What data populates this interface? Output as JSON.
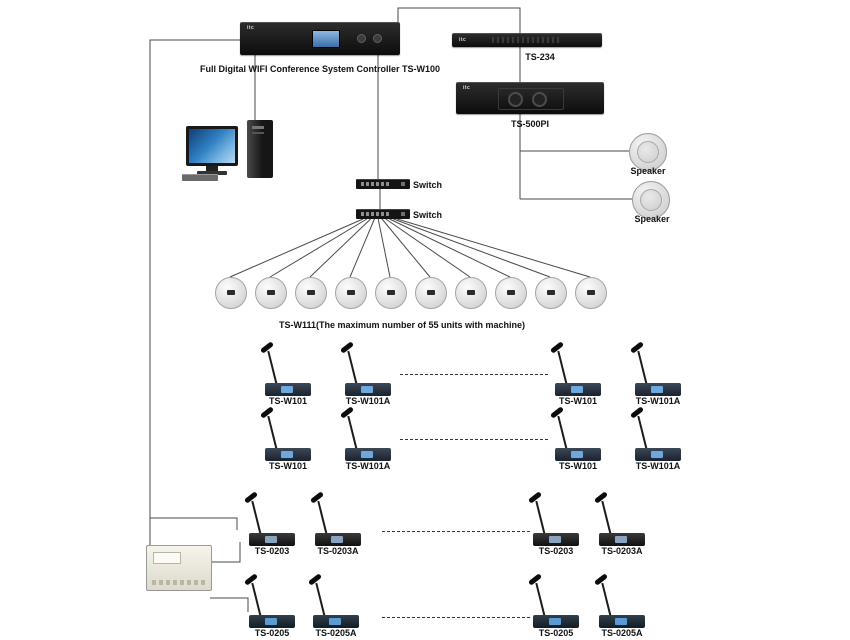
{
  "brand_logo": "itc",
  "devices": {
    "controller": {
      "label": "Full Digital WIFI Conference System Controller TS-W100"
    },
    "ts234": {
      "label": "TS-234"
    },
    "ts500pi": {
      "label": "TS-500PI"
    },
    "speaker1": {
      "label": "Speaker"
    },
    "speaker2": {
      "label": "Speaker"
    },
    "switch1": {
      "label": "Switch"
    },
    "switch2": {
      "label": "Switch"
    },
    "ceiling_units": {
      "label": "TS-W111(The maximum number of 55 units with machine)",
      "count": 10
    }
  },
  "mic_rows": [
    {
      "labels": [
        "TS-W101",
        "TS-W101A",
        "TS-W101",
        "TS-W101A"
      ]
    },
    {
      "labels": [
        "TS-W101",
        "TS-W101A",
        "TS-W101",
        "TS-W101A"
      ]
    },
    {
      "labels": [
        "TS-0203",
        "TS-0203A",
        "TS-0203",
        "TS-0203A"
      ]
    },
    {
      "labels": [
        "TS-0205",
        "TS-0205A",
        "TS-0205",
        "TS-0205A"
      ]
    }
  ],
  "colors": {
    "line": "#4a4a4a",
    "screen_blue": "#5b8fc9",
    "device_black": "#141414"
  }
}
